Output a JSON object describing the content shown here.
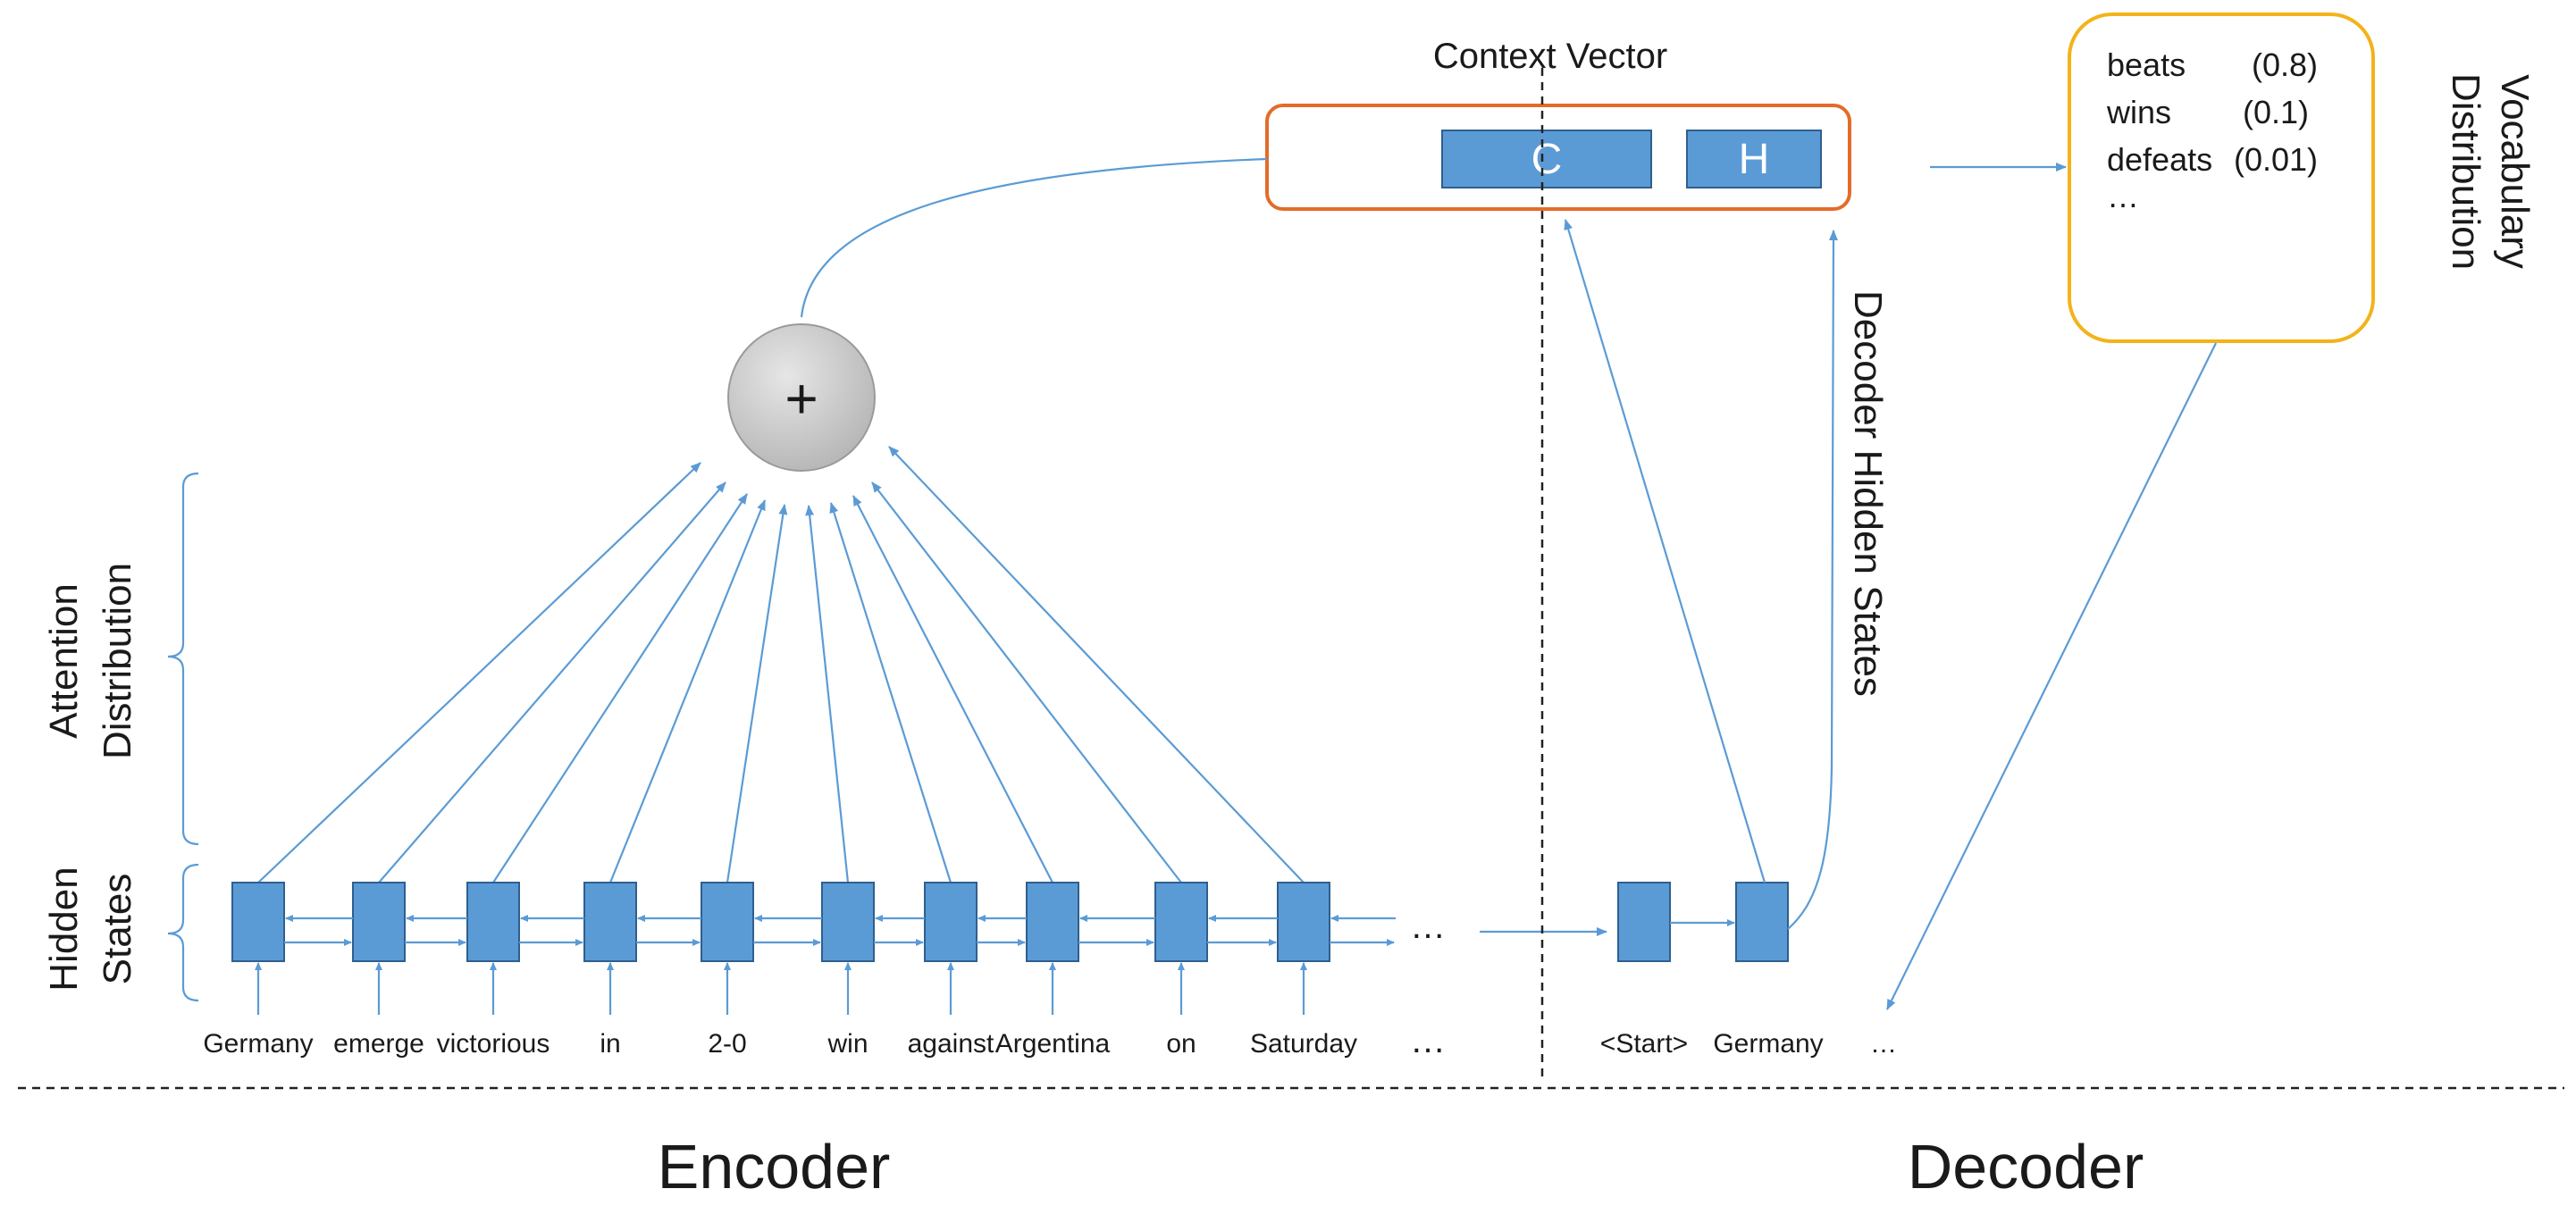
{
  "context_vector": {
    "title": "Context Vector",
    "c_label": "C",
    "h_label": "H"
  },
  "attention": {
    "sum_symbol": "+",
    "label_line1": "Attention",
    "label_line2": "Distribution"
  },
  "hidden_states": {
    "label_line1": "Hidden",
    "label_line2": "States"
  },
  "encoder": {
    "tokens": [
      "Germany",
      "emerge",
      "victorious",
      "in",
      "2-0",
      "win",
      "against",
      "Argentina",
      "on",
      "Saturday"
    ],
    "ellipsis": "…",
    "section_label": "Encoder"
  },
  "decoder": {
    "tokens": [
      "<Start>",
      "Germany"
    ],
    "ellipsis": "…",
    "hidden_states_label": "Decoder Hidden States",
    "section_label": "Decoder"
  },
  "vocabulary": {
    "entries": [
      {
        "word": "beats",
        "prob": "(0.8)"
      },
      {
        "word": "wins",
        "prob": "(0.1)"
      },
      {
        "word": "defeats",
        "prob": "(0.01)"
      }
    ],
    "more": "…",
    "label_line1": "Vocabulary",
    "label_line2": "Distribution"
  },
  "colors": {
    "cell": "#5b9bd5",
    "arrow": "#5b9bd5",
    "context_border": "#e36c2a",
    "vocab_border": "#f2b31b",
    "sum_circle": "#c8c8c8"
  }
}
